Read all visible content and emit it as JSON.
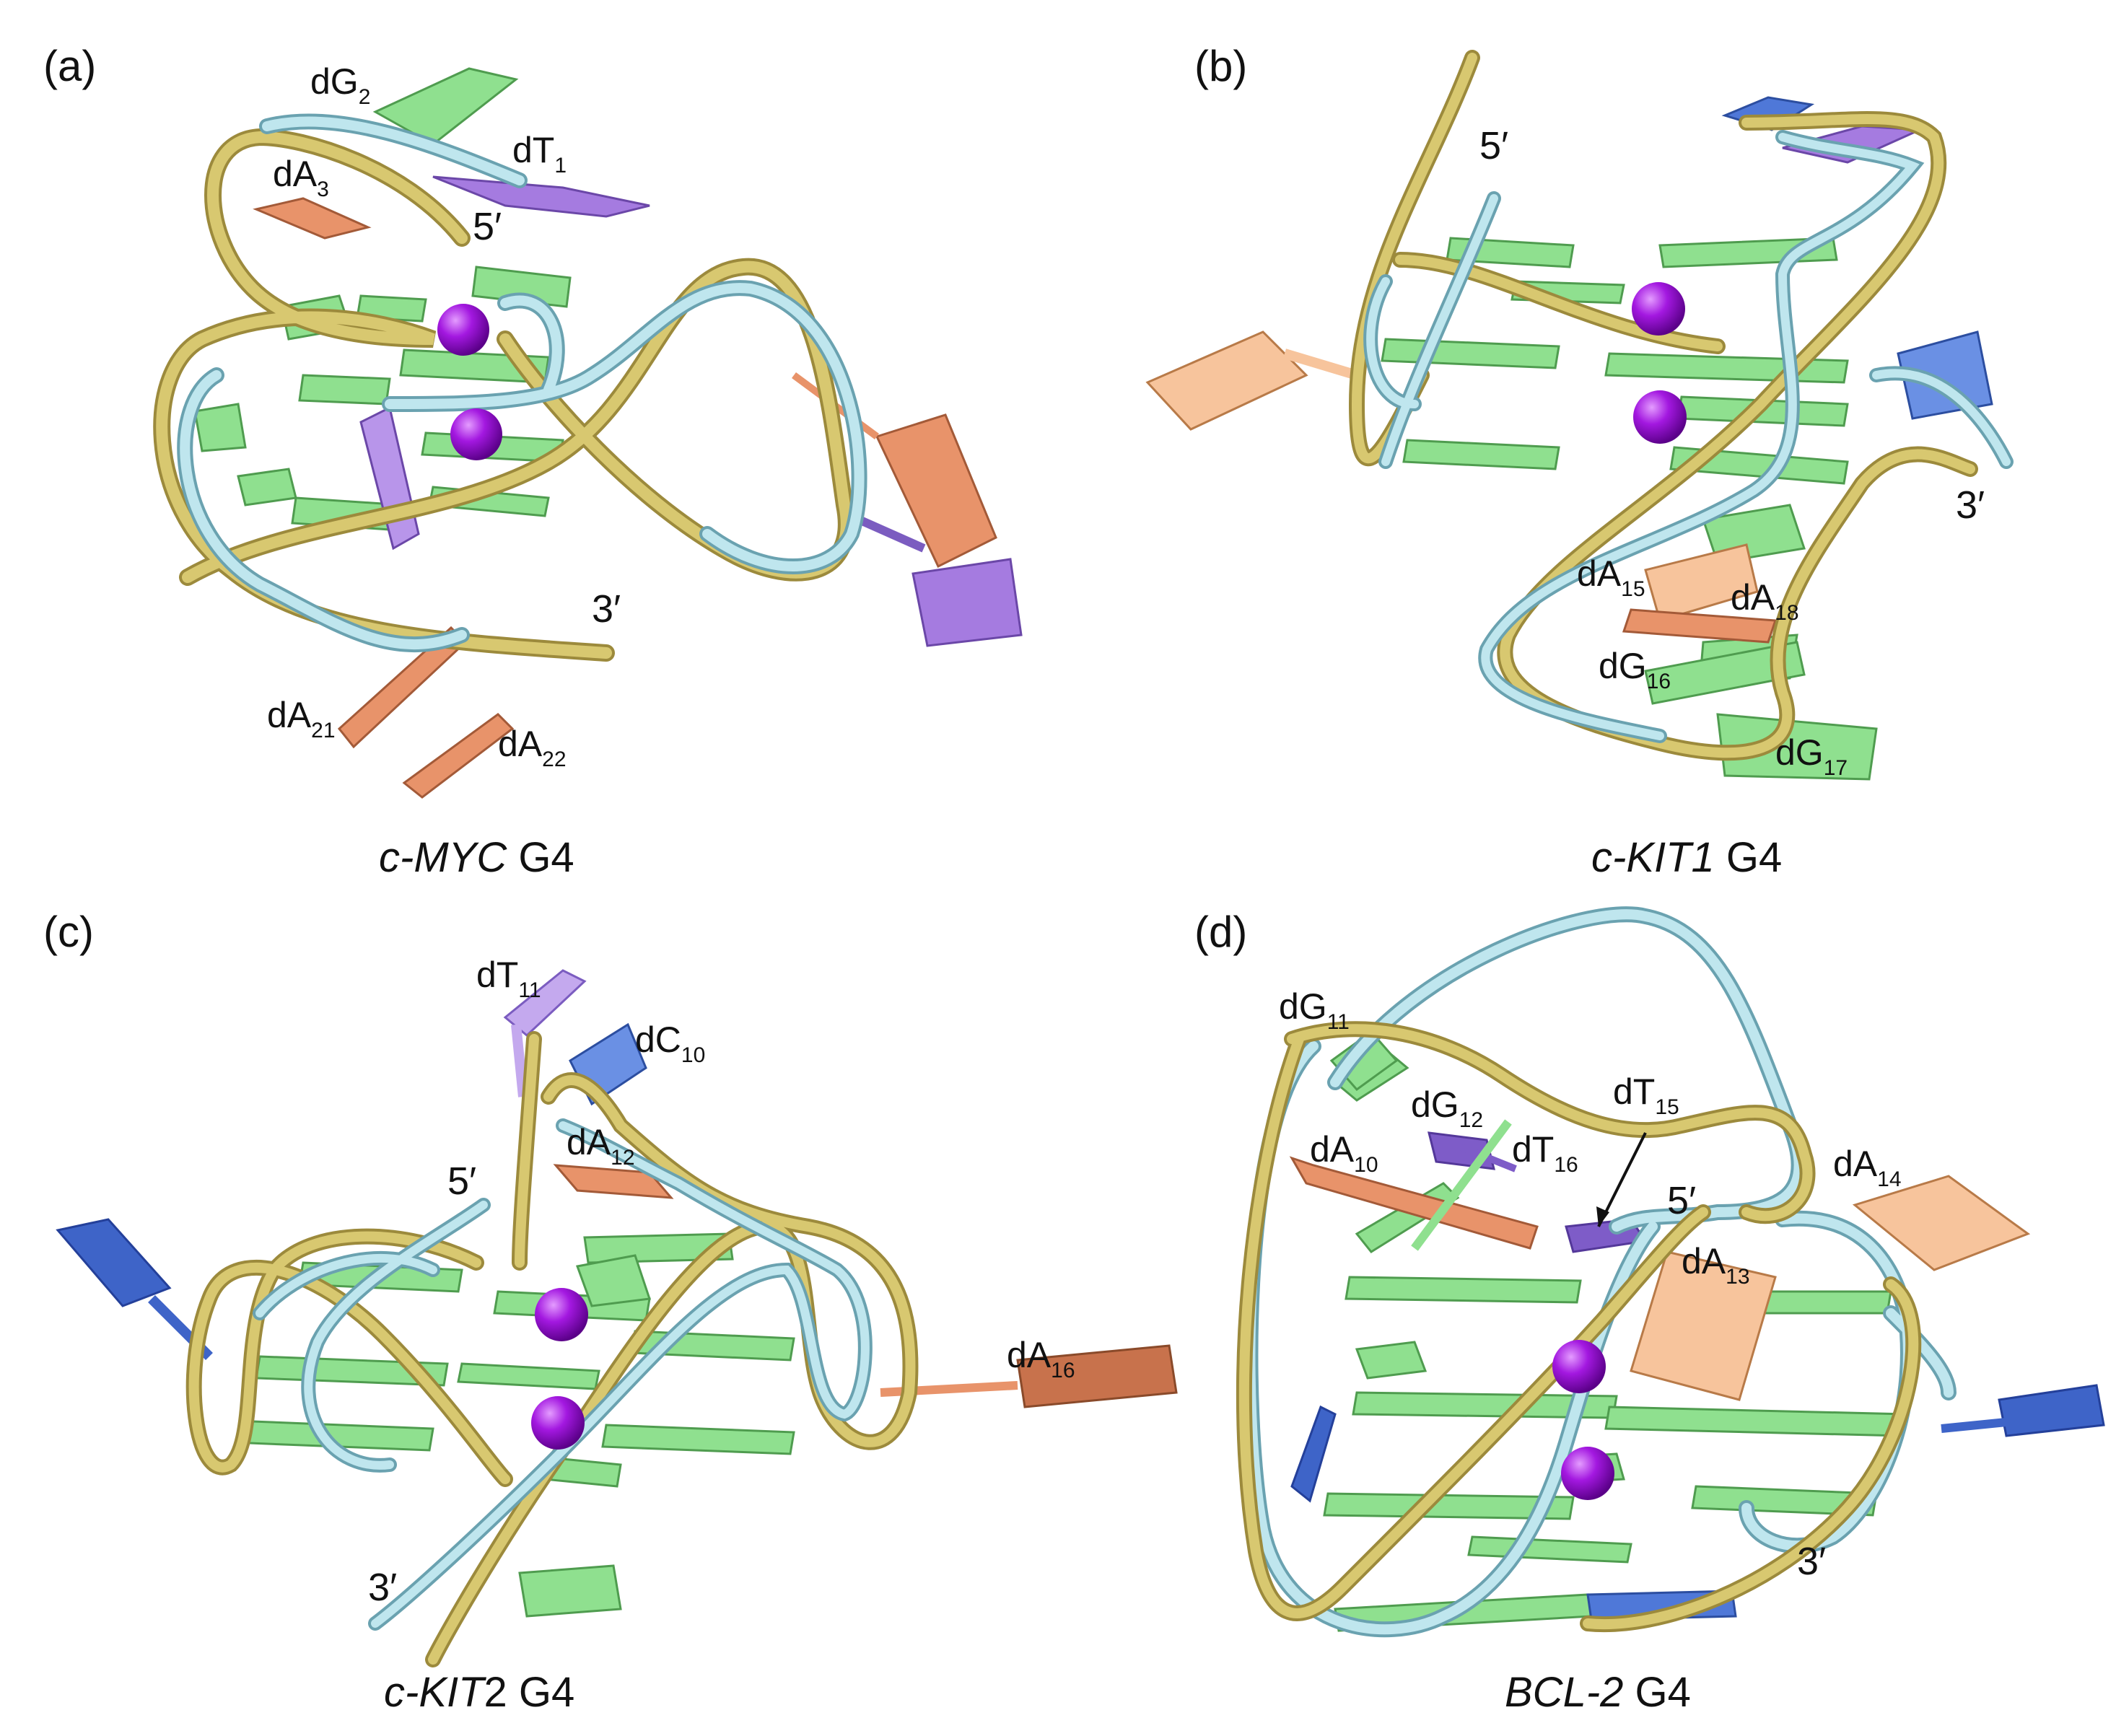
{
  "colors": {
    "backbone_gold": "#d8c870",
    "backbone_gold_edge": "#9c8a3c",
    "backbone_cyan": "#bfe6ee",
    "backbone_cyan_edge": "#6aa2b0",
    "guanine": "#8fe08f",
    "adenine": "#e8936a",
    "adenine_light": "#f7c49c",
    "thymine": "#a57be0",
    "cytosine": "#4f78d8",
    "potassium": "#9a10d6"
  },
  "panels": [
    {
      "letter": "(a)",
      "caption_italic": "c-MYC",
      "caption_rest": " G4",
      "ends": [
        "5′",
        "3′"
      ],
      "residues": [
        {
          "base": "dG",
          "num": "2"
        },
        {
          "base": "dT",
          "num": "1"
        },
        {
          "base": "dA",
          "num": "3"
        },
        {
          "base": "dA",
          "num": "21"
        },
        {
          "base": "dA",
          "num": "22"
        }
      ]
    },
    {
      "letter": "(b)",
      "caption_italic": "c-KIT1",
      "caption_rest": " G4",
      "ends": [
        "5′",
        "3′"
      ],
      "residues": [
        {
          "base": "dA",
          "num": "15"
        },
        {
          "base": "dA",
          "num": "18"
        },
        {
          "base": "dG",
          "num": "16"
        },
        {
          "base": "dG",
          "num": "17"
        }
      ]
    },
    {
      "letter": "(c)",
      "caption_italic": "c-KIT",
      "caption_rest": "2 G4",
      "ends": [
        "5′",
        "3′"
      ],
      "residues": [
        {
          "base": "dT",
          "num": "11"
        },
        {
          "base": "dC",
          "num": "10"
        },
        {
          "base": "dA",
          "num": "12"
        },
        {
          "base": "dA",
          "num": "16"
        }
      ]
    },
    {
      "letter": "(d)",
      "caption_italic": "BCL-2",
      "caption_rest": " G4",
      "ends": [
        "5′",
        "3′"
      ],
      "residues": [
        {
          "base": "dG",
          "num": "11"
        },
        {
          "base": "dG",
          "num": "12"
        },
        {
          "base": "dT",
          "num": "15"
        },
        {
          "base": "dA",
          "num": "10"
        },
        {
          "base": "dT",
          "num": "16"
        },
        {
          "base": "dA",
          "num": "14"
        },
        {
          "base": "dA",
          "num": "13"
        }
      ]
    }
  ]
}
